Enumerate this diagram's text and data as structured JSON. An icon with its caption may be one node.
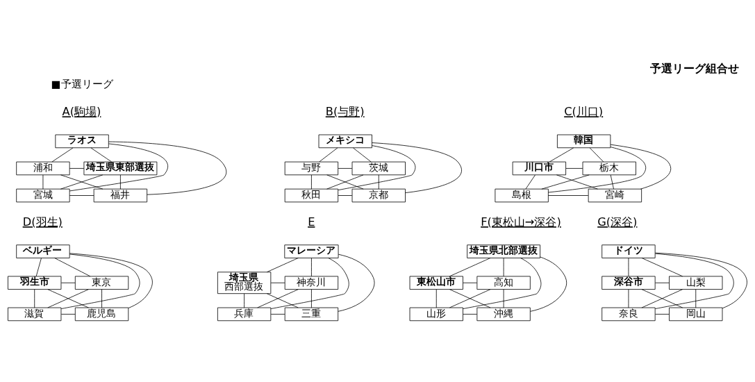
{
  "diagram": {
    "title": "予選リーグ組合せ",
    "nodes": [
      {
        "text": [
          "ラオス"
        ]
      },
      {
        "text": [
          "浦和"
        ]
      },
      {
        "text": [
          "埼玉県東部選抜"
        ]
      },
      {
        "text": [
          "宮城"
        ]
      },
      {
        "text": [
          "福井"
        ]
      },
      {
        "text": [
          "メキシコ"
        ]
      },
      {
        "text": [
          "与野"
        ]
      },
      {
        "text": [
          "茨城"
        ]
      },
      {
        "text": [
          "秋田"
        ]
      },
      {
        "text": [
          "京都"
        ]
      },
      {
        "text": [
          "韓国"
        ]
      },
      {
        "text": [
          "川口市"
        ]
      },
      {
        "text": [
          "栃木"
        ]
      },
      {
        "text": [
          "島根"
        ]
      },
      {
        "text": [
          "宮崎"
        ]
      },
      {
        "text": [
          "ベルギー"
        ]
      },
      {
        "text": [
          "羽生市"
        ]
      },
      {
        "text": [
          "東京"
        ]
      },
      {
        "text": [
          "滋賀"
        ]
      },
      {
        "text": [
          "鹿児島"
        ]
      },
      {
        "text": [
          "マレーシア"
        ]
      },
      {
        "text": [
          "埼玉県",
          "西部選抜"
        ]
      },
      {
        "text": [
          "神奈川"
        ]
      },
      {
        "text": [
          "兵庫"
        ]
      },
      {
        "text": [
          "三重"
        ]
      },
      {
        "text": [
          "埼玉県北部選抜"
        ]
      },
      {
        "text": [
          "東松山市"
        ]
      },
      {
        "text": [
          "高知"
        ]
      },
      {
        "text": [
          "山形"
        ]
      },
      {
        "text": [
          "沖縄"
        ]
      },
      {
        "text": [
          "ドイツ"
        ]
      },
      {
        "text": [
          "深谷市"
        ]
      },
      {
        "text": [
          "山梨"
        ]
      },
      {
        "text": [
          "奈良"
        ]
      },
      {
        "text": [
          "岡山"
        ]
      }
    ],
    "edges": [
      {
        "from": 0,
        "to": 1,
        "arrow": "none"
      },
      {
        "from": 0,
        "to": 2,
        "arrow": "none"
      },
      {
        "from": 0,
        "to": 3,
        "arrow": "none"
      },
      {
        "from": 0,
        "to": 4,
        "arrow": "none"
      },
      {
        "from": 1,
        "to": 2,
        "arrow": "none"
      },
      {
        "from": 1,
        "to": 3,
        "arrow": "none"
      },
      {
        "from": 1,
        "to": 4,
        "arrow": "none"
      },
      {
        "from": 2,
        "to": 3,
        "arrow": "none"
      },
      {
        "from": 2,
        "to": 4,
        "arrow": "none"
      },
      {
        "from": 3,
        "to": 4,
        "arrow": "none"
      },
      {
        "from": 5,
        "to": 6,
        "arrow": "none"
      },
      {
        "from": 5,
        "to": 7,
        "arrow": "none"
      },
      {
        "from": 5,
        "to": 8,
        "arrow": "none"
      },
      {
        "from": 5,
        "to": 9,
        "arrow": "none"
      },
      {
        "from": 6,
        "to": 7,
        "arrow": "none"
      },
      {
        "from": 6,
        "to": 8,
        "arrow": "none"
      },
      {
        "from": 6,
        "to": 9,
        "arrow": "none"
      },
      {
        "from": 7,
        "to": 8,
        "arrow": "none"
      },
      {
        "from": 7,
        "to": 9,
        "arrow": "none"
      },
      {
        "from": 8,
        "to": 9,
        "arrow": "none"
      },
      {
        "from": 10,
        "to": 11,
        "arrow": "none"
      },
      {
        "from": 10,
        "to": 12,
        "arrow": "none"
      },
      {
        "from": 10,
        "to": 13,
        "arrow": "none"
      },
      {
        "from": 10,
        "to": 14,
        "arrow": "none"
      },
      {
        "from": 11,
        "to": 12,
        "arrow": "none"
      },
      {
        "from": 11,
        "to": 13,
        "arrow": "none"
      },
      {
        "from": 11,
        "to": 14,
        "arrow": "none"
      },
      {
        "from": 12,
        "to": 13,
        "arrow": "none"
      },
      {
        "from": 12,
        "to": 14,
        "arrow": "none"
      },
      {
        "from": 13,
        "to": 14,
        "arrow": "none"
      },
      {
        "from": 15,
        "to": 16,
        "arrow": "none"
      },
      {
        "from": 15,
        "to": 17,
        "arrow": "none"
      },
      {
        "from": 15,
        "to": 18,
        "arrow": "none"
      },
      {
        "from": 15,
        "to": 19,
        "arrow": "none"
      },
      {
        "from": 16,
        "to": 17,
        "arrow": "none"
      },
      {
        "from": 16,
        "to": 18,
        "arrow": "none"
      },
      {
        "from": 16,
        "to": 19,
        "arrow": "none"
      },
      {
        "from": 17,
        "to": 18,
        "arrow": "none"
      },
      {
        "from": 17,
        "to": 19,
        "arrow": "none"
      },
      {
        "from": 18,
        "to": 19,
        "arrow": "none"
      },
      {
        "from": 20,
        "to": 21,
        "arrow": "none"
      },
      {
        "from": 20,
        "to": 22,
        "arrow": "none"
      },
      {
        "from": 20,
        "to": 23,
        "arrow": "none"
      },
      {
        "from": 20,
        "to": 24,
        "arrow": "none"
      },
      {
        "from": 21,
        "to": 22,
        "arrow": "none"
      },
      {
        "from": 21,
        "to": 23,
        "arrow": "none"
      },
      {
        "from": 21,
        "to": 24,
        "arrow": "none"
      },
      {
        "from": 22,
        "to": 23,
        "arrow": "none"
      },
      {
        "from": 22,
        "to": 24,
        "arrow": "none"
      },
      {
        "from": 23,
        "to": 24,
        "arrow": "none"
      },
      {
        "from": 25,
        "to": 26,
        "arrow": "none"
      },
      {
        "from": 25,
        "to": 27,
        "arrow": "none"
      },
      {
        "from": 25,
        "to": 28,
        "arrow": "none"
      },
      {
        "from": 25,
        "to": 29,
        "arrow": "none"
      },
      {
        "from": 26,
        "to": 27,
        "arrow": "none"
      },
      {
        "from": 26,
        "to": 28,
        "arrow": "none"
      },
      {
        "from": 26,
        "to": 29,
        "arrow": "none"
      },
      {
        "from": 27,
        "to": 28,
        "arrow": "none"
      },
      {
        "from": 27,
        "to": 29,
        "arrow": "none"
      },
      {
        "from": 28,
        "to": 29,
        "arrow": "none"
      },
      {
        "from": 30,
        "to": 31,
        "arrow": "none"
      },
      {
        "from": 30,
        "to": 32,
        "arrow": "none"
      },
      {
        "from": 30,
        "to": 33,
        "arrow": "none"
      },
      {
        "from": 30,
        "to": 34,
        "arrow": "none"
      },
      {
        "from": 31,
        "to": 32,
        "arrow": "none"
      },
      {
        "from": 31,
        "to": 33,
        "arrow": "none"
      },
      {
        "from": 31,
        "to": 34,
        "arrow": "none"
      },
      {
        "from": 32,
        "to": 33,
        "arrow": "none"
      },
      {
        "from": 32,
        "to": 34,
        "arrow": "none"
      },
      {
        "from": 33,
        "to": 34,
        "arrow": "none"
      }
    ],
    "labels": [
      "■予選リーグ",
      "A(駒場)",
      "B(与野)",
      "C(川口)",
      "D(羽生)",
      "E",
      "F(東松山→深谷)",
      "G(深谷)"
    ]
  }
}
